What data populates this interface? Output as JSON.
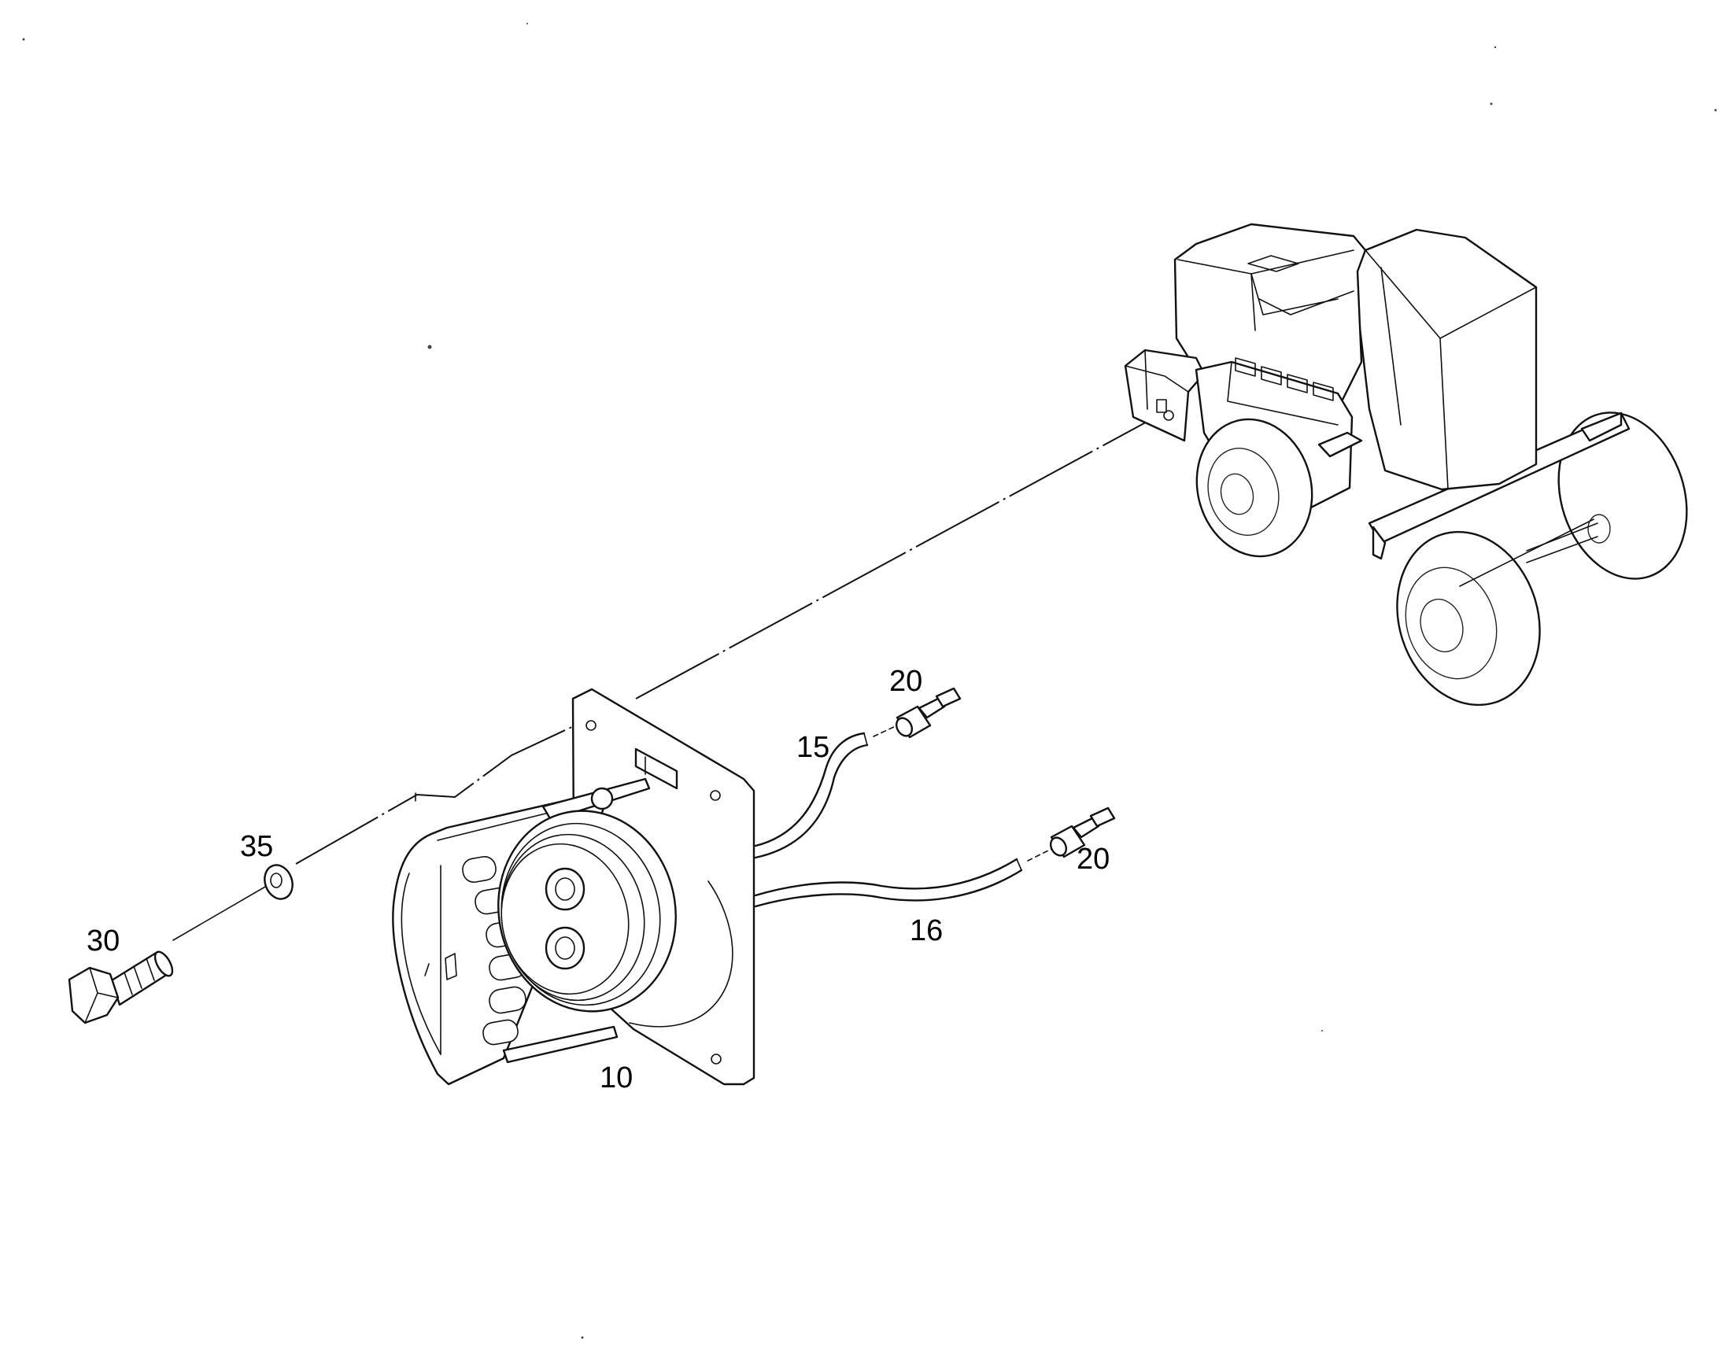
{
  "callouts": {
    "c10": "10",
    "c15": "15",
    "c16": "16",
    "c20a": "20",
    "c20b": "20",
    "c30": "30",
    "c35": "35"
  },
  "parts": [
    {
      "callout": "10",
      "icon": "trailer-socket-icon"
    },
    {
      "callout": "15",
      "icon": "cable-icon"
    },
    {
      "callout": "16",
      "icon": "cable-icon"
    },
    {
      "callout": "20",
      "icon": "cable-end-sleeve-icon"
    },
    {
      "callout": "30",
      "icon": "hex-bolt-icon"
    },
    {
      "callout": "35",
      "icon": "washer-icon"
    }
  ],
  "reference_vehicle": {
    "icon": "tractor-icon"
  },
  "colors": {
    "line": "#111111",
    "background": "#ffffff"
  }
}
